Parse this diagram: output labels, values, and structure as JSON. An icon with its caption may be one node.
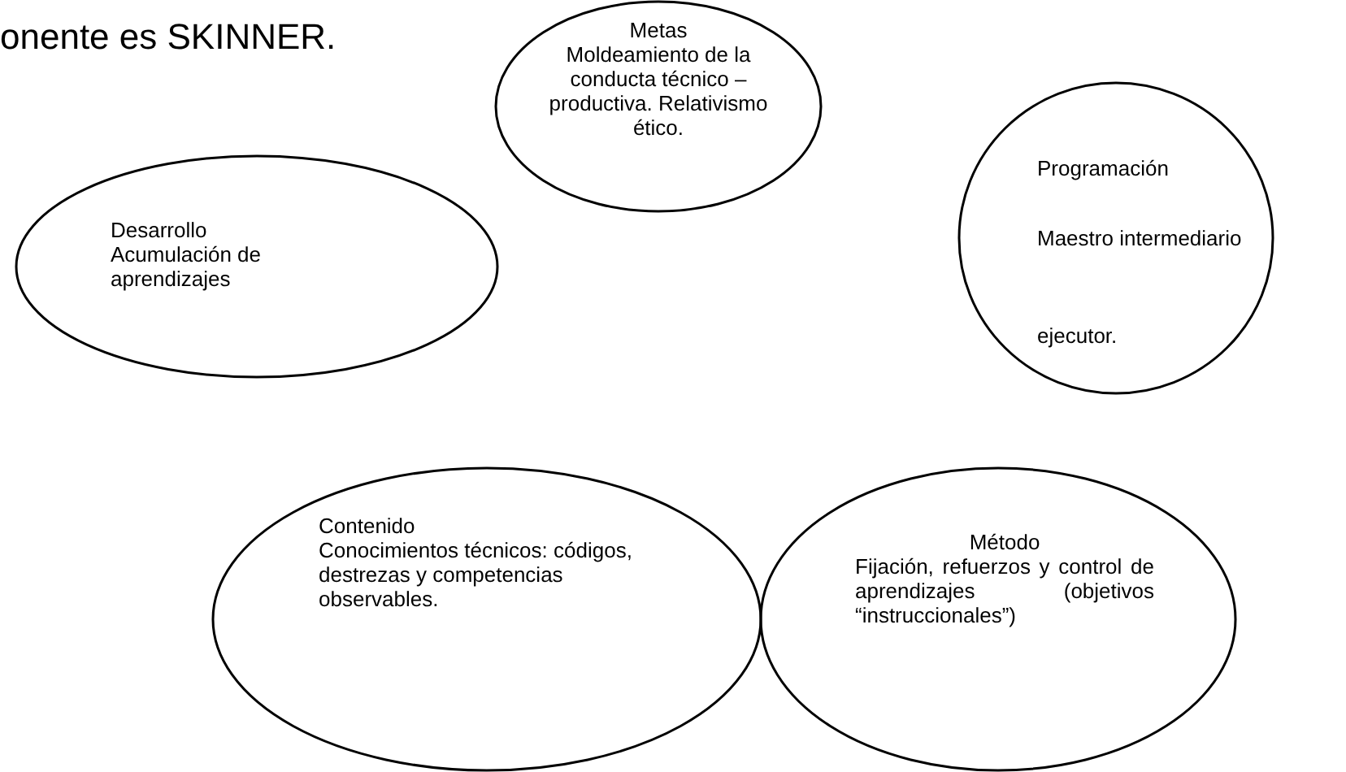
{
  "diagram": {
    "nodes": [
      {
        "text": [
          "Metas",
          "Moldeamiento de la conducta técnico – productiva. Relativismo ético."
        ]
      },
      {
        "text": [
          "Desarrollo",
          "Acumulación de aprendizajes"
        ]
      },
      {
        "text": [
          "Programación",
          "Maestro intermediario",
          "ejecutor."
        ]
      },
      {
        "text": [
          "Contenido",
          "Conocimientos técnicos: códigos, destrezas y competencias observables."
        ]
      },
      {
        "text": [
          "Método",
          "Fijación, refuerzos y control de aprendizajes (objetivos “instruccionales”)"
        ]
      }
    ],
    "labels": [
      "onente es SKINNER."
    ]
  }
}
